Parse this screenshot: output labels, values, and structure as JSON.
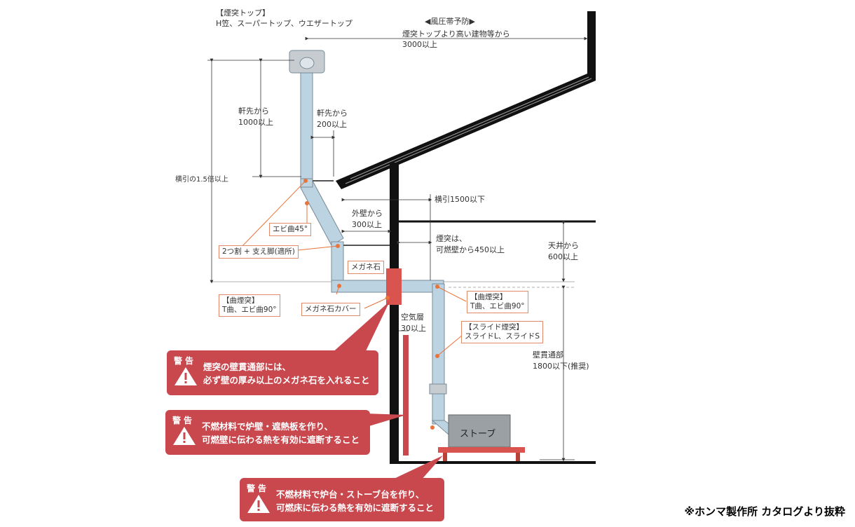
{
  "labels": {
    "top_title": "【煙突トップ】",
    "top_types": "H笠、スーパートップ、ウエザートップ",
    "wind_zone": "◀風圧帯予防▶",
    "wind_note1": "煙突トップより高い建物等から",
    "wind_note2": "3000以上",
    "eaves_1000_a": "軒先から",
    "eaves_1000_b": "1000以上",
    "eaves_200_a": "軒先から",
    "eaves_200_b": "200以上",
    "horiz_15": "横引の1.5倍以上",
    "horiz_1500": "横引1500以下",
    "ext_wall_a": "外壁から",
    "ext_wall_b": "300以上",
    "combust_a": "煙突は、",
    "combust_b": "可燃壁から450以上",
    "ceiling_a": "天井から",
    "ceiling_b": "600以上",
    "air_a": "空気層",
    "air_b": "30以上",
    "wall_pass_a": "壁貫通部",
    "wall_pass_b": "1800以下(推奨)",
    "stove": "ストーブ"
  },
  "boxes": {
    "ebi45": "エビ曲45°",
    "split": "2つ割 + 支え脚(適所)",
    "megane": "メガネ石",
    "bent_left_title": "【曲煙突】",
    "bent_left_types": "T曲、エビ曲90°",
    "megane_cover": "メガネ石カバー",
    "bent_right_title": "【曲煙突】",
    "bent_right_types": "T曲、エビ曲90°",
    "slide_title": "【スライド煙突】",
    "slide_types": "スライドL、スライドS"
  },
  "warnings": [
    {
      "title": "警告",
      "line1": "煙突の壁貫通部には、",
      "line2": "必ず壁の厚み以上のメガネ石を入れること"
    },
    {
      "title": "警告",
      "line1": "不燃材料で炉壁・遮熱板を作り、",
      "line2": "可燃壁に伝わる熱を有効に遮断すること"
    },
    {
      "title": "警告",
      "line1": "不燃材料で炉台・ストーブ台を作り、",
      "line2": "可燃床に伝わる熱を有効に遮断すること"
    }
  ],
  "credit": "※ホンマ製作所 カタログより抜粋",
  "colors": {
    "warning": "#c8484e",
    "pipe": "#bcd3e2",
    "accent": "#e8743c"
  }
}
